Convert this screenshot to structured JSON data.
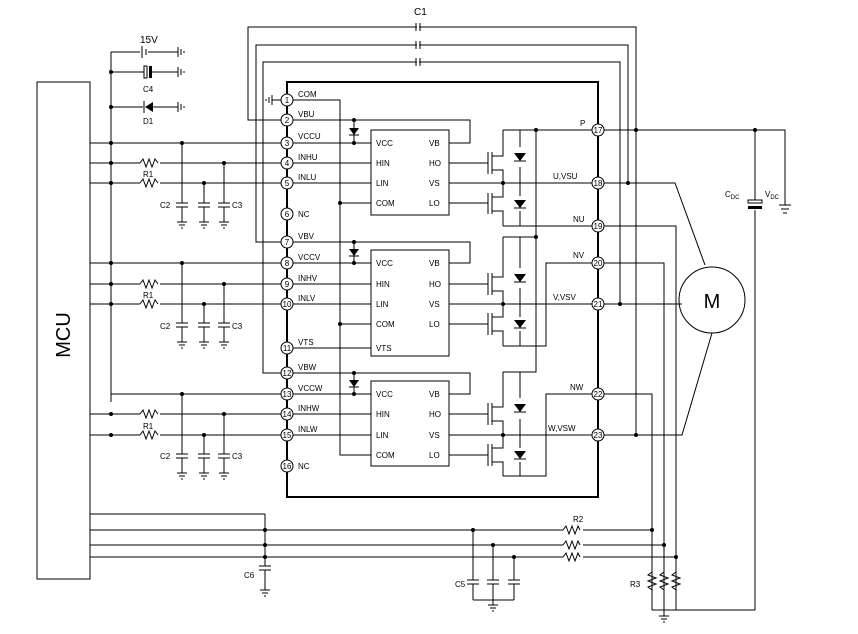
{
  "mcu_label": "MCU",
  "motor_label": "M",
  "components": {
    "c1": "C1",
    "c4": "C4",
    "d1": "D1",
    "v15": "15V",
    "r1": "R1",
    "c2": "C2",
    "c3": "C3",
    "c5": "C5",
    "c6": "C6",
    "r2": "R2",
    "r3": "R3",
    "cdc_main": "C",
    "cdc_sub": "DC",
    "vdc_main": "V",
    "vdc_sub": "DC"
  },
  "left_pins": [
    {
      "num": "1",
      "label": "COM"
    },
    {
      "num": "2",
      "label": "VBU"
    },
    {
      "num": "3",
      "label": "VCCU"
    },
    {
      "num": "4",
      "label": "INHU"
    },
    {
      "num": "5",
      "label": "INLU"
    },
    {
      "num": "6",
      "label": "NC"
    },
    {
      "num": "7",
      "label": "VBV"
    },
    {
      "num": "8",
      "label": "VCCV"
    },
    {
      "num": "9",
      "label": "INHV"
    },
    {
      "num": "10",
      "label": "INLV"
    },
    {
      "num": "11",
      "label": "VTS"
    },
    {
      "num": "12",
      "label": "VBW"
    },
    {
      "num": "13",
      "label": "VCCW"
    },
    {
      "num": "14",
      "label": "INHW"
    },
    {
      "num": "15",
      "label": "INLW"
    },
    {
      "num": "16",
      "label": "NC"
    }
  ],
  "right_pins": [
    {
      "num": "17",
      "label": "P"
    },
    {
      "num": "18",
      "label": "U,VSU"
    },
    {
      "num": "19",
      "label": "NU"
    },
    {
      "num": "20",
      "label": "NV"
    },
    {
      "num": "21",
      "label": "V,VSV"
    },
    {
      "num": "22",
      "label": "NW"
    },
    {
      "num": "23",
      "label": "W,VSW"
    }
  ],
  "driver_u": {
    "vcc": "VCC",
    "hin": "HIN",
    "lin": "LIN",
    "com": "COM",
    "vb": "VB",
    "ho": "HO",
    "vs": "VS",
    "lo": "LO"
  },
  "driver_v": {
    "vcc": "VCC",
    "hin": "HIN",
    "lin": "LIN",
    "com": "COM",
    "vts": "VTS",
    "vb": "VB",
    "ho": "HO",
    "vs": "VS",
    "lo": "LO"
  },
  "driver_w": {
    "vcc": "VCC",
    "hin": "HIN",
    "lin": "LIN",
    "com": "COM",
    "vb": "VB",
    "ho": "HO",
    "vs": "VS",
    "lo": "LO"
  }
}
